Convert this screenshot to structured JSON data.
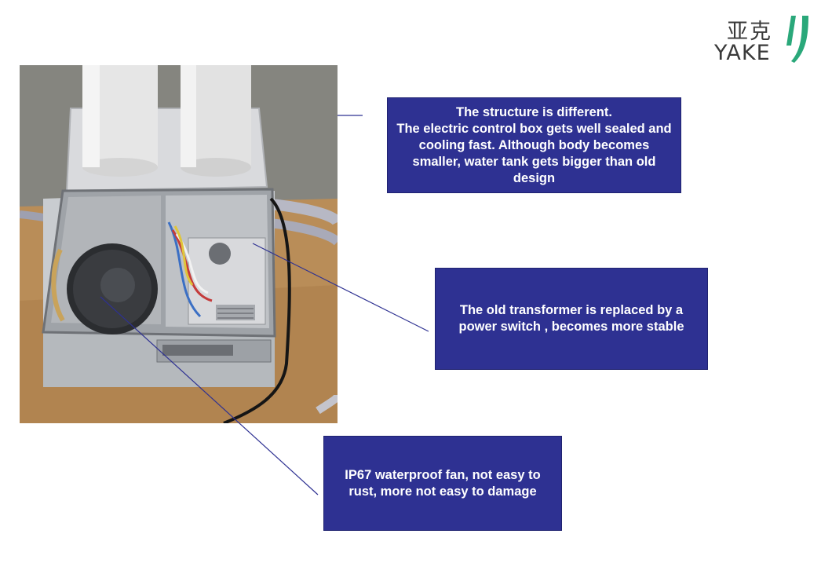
{
  "logo": {
    "chinese": "亚克",
    "english": "YAKE",
    "brand_color": "#2aa87a"
  },
  "photo": {
    "subject": "humidifier-with-open-control-box"
  },
  "callouts": {
    "structure": "The structure is different.\nThe electric control box gets well sealed and cooling fast.  Although body becomes smaller, water tank gets bigger than old design",
    "transformer": "The old transformer is replaced by a power switch , becomes more stable",
    "fan": "IP67 waterproof fan, not easy to rust, more not easy to damage"
  },
  "colors": {
    "callout_bg": "#2e3192",
    "callout_text": "#ffffff",
    "leader_line": "#2e3192"
  }
}
